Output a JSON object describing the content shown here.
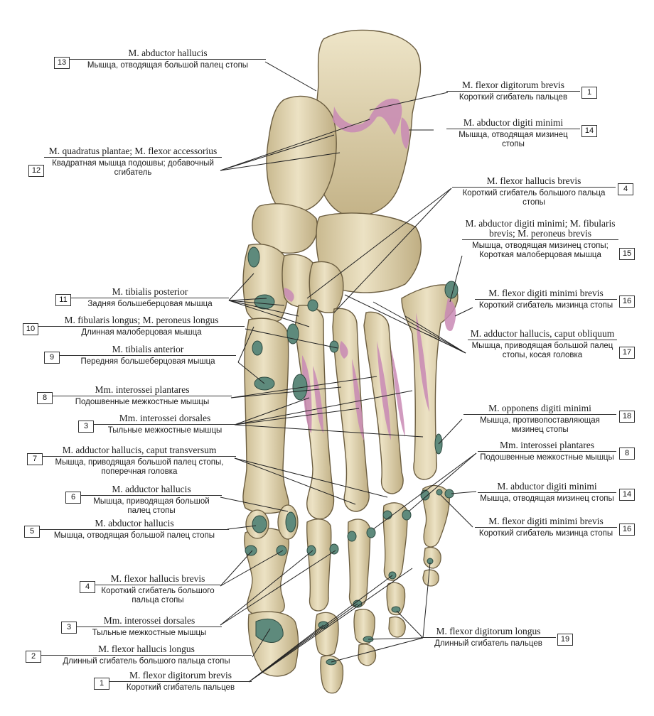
{
  "labels": {
    "l13": {
      "num": "13",
      "lat": "M. abductor hallucis",
      "ru": "Мышца, отводящая большой палец стопы"
    },
    "l1t": {
      "num": "1",
      "lat": "M. flexor digitorum brevis",
      "ru": "Короткий сгибатель пальцев"
    },
    "l14t": {
      "num": "14",
      "lat": "M. abductor digiti minimi",
      "ru": "Мышца, отводящая мизинец стопы"
    },
    "l12": {
      "num": "12",
      "lat": "M. quadratus plantae; M. flexor accessorius",
      "ru": "Квадратная мышца подошвы; добавочный сгибатель"
    },
    "l4t": {
      "num": "4",
      "lat": "M. flexor hallucis brevis",
      "ru": "Короткий сгибатель большого пальца стопы"
    },
    "l15": {
      "num": "15",
      "lat": "M. abductor digiti minimi; M. fibularis brevis; M. peroneus brevis",
      "ru": "Мышца, отводящая мизинец стопы; Короткая малоберцовая мышца"
    },
    "l11": {
      "num": "11",
      "lat": "M. tibialis posterior",
      "ru": "Задняя большеберцовая мышца"
    },
    "l16t": {
      "num": "16",
      "lat": "M. flexor digiti minimi brevis",
      "ru": "Короткий сгибатель мизинца стопы"
    },
    "l10": {
      "num": "10",
      "lat": "M. fibularis longus; M. peroneus longus",
      "ru": "Длинная малоберцовая мышца"
    },
    "l17": {
      "num": "17",
      "lat": "M. adductor hallucis, caput obliquum",
      "ru": "Мышца, приводящая большой палец стопы, косая головка"
    },
    "l9": {
      "num": "9",
      "lat": "M. tibialis anterior",
      "ru": "Передняя большеберцовая мышца"
    },
    "l8l": {
      "num": "8",
      "lat": "Mm. interossei plantares",
      "ru": "Подошвенные межкостные мышцы"
    },
    "l3m": {
      "num": "3",
      "lat": "Mm. interossei dorsales",
      "ru": "Тыльные межкостные мышцы"
    },
    "l18": {
      "num": "18",
      "lat": "M. opponens digiti minimi",
      "ru": "Мышца, противопоставляющая мизинец стопы"
    },
    "l7": {
      "num": "7",
      "lat": "M. adductor hallucis, caput transversum",
      "ru": "Мышца, приводящая большой палец стопы, поперечная головка"
    },
    "l8r": {
      "num": "8",
      "lat": "Mm. interossei plantares",
      "ru": "Подошвенные межкостные мышцы"
    },
    "l6": {
      "num": "6",
      "lat": "M. adductor hallucis",
      "ru": "Мышца, приводящая большой палец стопы"
    },
    "l14b": {
      "num": "14",
      "lat": "M. abductor digiti minimi",
      "ru": "Мышца, отводящая мизинец стопы"
    },
    "l5": {
      "num": "5",
      "lat": "M. abductor hallucis",
      "ru": "Мышца, отводящая большой палец стопы"
    },
    "l16b": {
      "num": "16",
      "lat": "M. flexor digiti minimi brevis",
      "ru": "Короткий сгибатель мизинца стопы"
    },
    "l4b": {
      "num": "4",
      "lat": "M. flexor hallucis brevis",
      "ru": "Короткий сгибатель большого пальца стопы"
    },
    "l3b": {
      "num": "3",
      "lat": "Mm. interossei dorsales",
      "ru": "Тыльные межкостные мышцы"
    },
    "l19": {
      "num": "19",
      "lat": "M. flexor digitorum longus",
      "ru": "Длинный сгибатель пальцев"
    },
    "l2": {
      "num": "2",
      "lat": "M. flexor hallucis longus",
      "ru": "Длинный сгибатель большого пальца стопы"
    },
    "l1b": {
      "num": "1",
      "lat": "M. flexor digitorum brevis",
      "ru": "Короткий сгибатель пальцев"
    }
  },
  "colors": {
    "bone": "#e3d7b4",
    "bone_shade": "#b9a87f",
    "bone_edge": "#6b5d40",
    "muscle": "#c98ab5",
    "tendon": "#5e8a7c",
    "line": "#222222"
  }
}
